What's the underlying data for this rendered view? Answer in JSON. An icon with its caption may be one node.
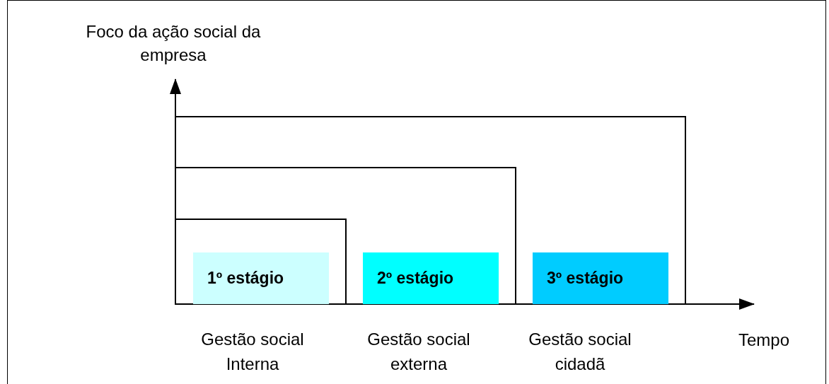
{
  "diagram": {
    "nodes": [
      {
        "text": [
          "1º estágio"
        ],
        "beside": [
          "Gestão social Interna"
        ]
      },
      {
        "text": [
          "2º estágio"
        ],
        "beside": [
          "Gestão social externa"
        ]
      },
      {
        "text": [
          "3º estágio"
        ],
        "beside": [
          "Gestão social cidadã"
        ]
      }
    ],
    "edges": [],
    "labels": [
      "Foco da ação social da empresa",
      "Tempo"
    ]
  }
}
